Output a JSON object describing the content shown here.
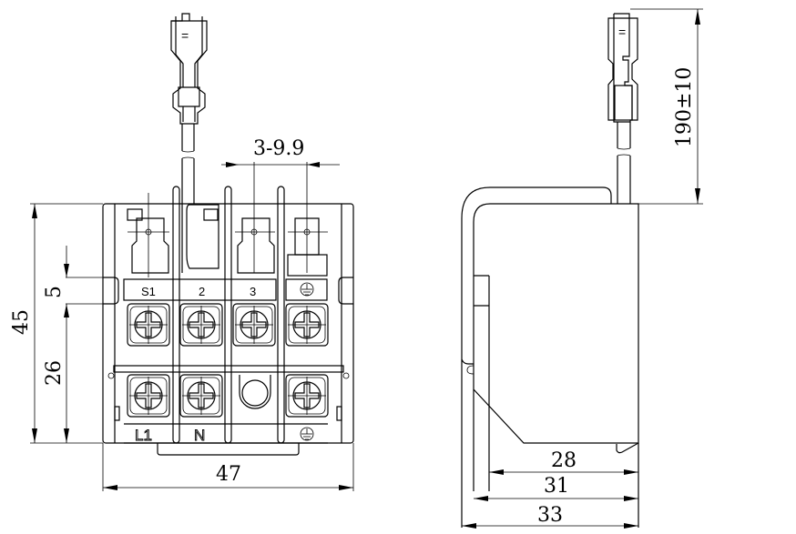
{
  "drawing": {
    "type": "terminal block dimensional drawing",
    "views": [
      "front",
      "side"
    ]
  },
  "front_view": {
    "top_labels": [
      "S1",
      "2",
      "3"
    ],
    "top_ground_symbol": "ground-icon",
    "bottom_labels": [
      "L1",
      "N"
    ],
    "bottom_ground_symbol": "ground-icon",
    "connector_mark": "=",
    "dimensions": {
      "pitch": "3-9.9",
      "height": "45",
      "tab_height": "5",
      "lower_height": "26",
      "width": "47"
    }
  },
  "side_view": {
    "connector_mark": "=",
    "dimensions": {
      "lead_length": "190±10",
      "depth_inner": "28",
      "depth_mid": "31",
      "depth_outer": "33"
    }
  }
}
